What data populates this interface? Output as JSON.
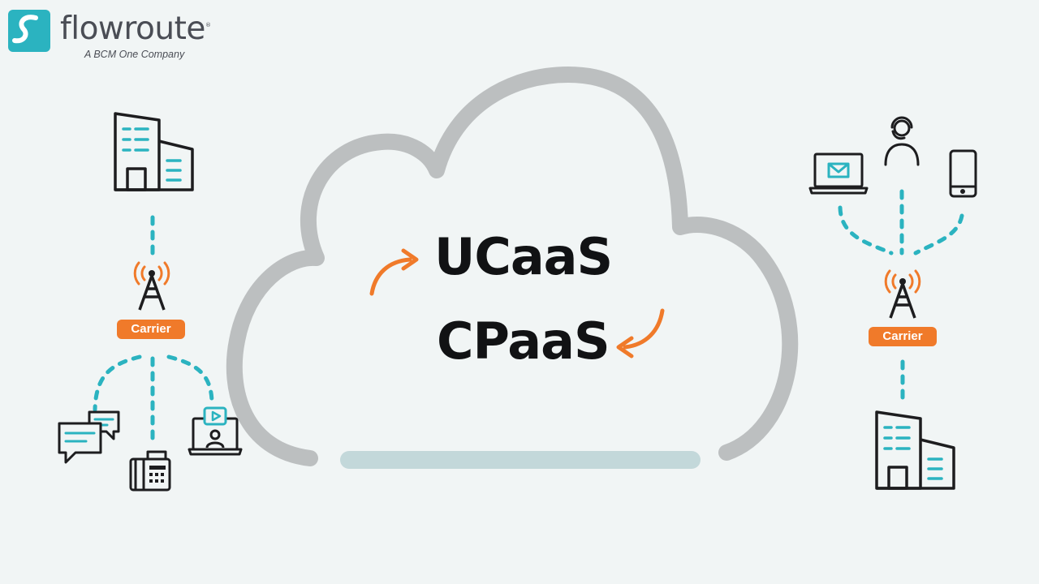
{
  "brand": {
    "name": "flowroute",
    "tagline": "A BCM One Company",
    "registered": "®",
    "color": "#2bb3c0"
  },
  "cloud": {
    "services": [
      "UCaaS",
      "CPaaS"
    ],
    "outline_color": "#bcbfc0",
    "arrow_color": "#f07a2a"
  },
  "left_network": {
    "carrier_label": "Carrier",
    "top_icon": "office-building-icon",
    "endpoints": [
      "chat-bubbles-icon",
      "fax-phone-icon",
      "video-call-laptop-icon"
    ]
  },
  "right_network": {
    "carrier_label": "Carrier",
    "bottom_icon": "office-building-icon",
    "endpoints": [
      "email-laptop-icon",
      "support-agent-icon",
      "smartphone-icon"
    ]
  },
  "colors": {
    "teal": "#2bb3c0",
    "orange": "#f07a2a",
    "icon_stroke": "#1d1d1f",
    "background": "#f1f5f5"
  }
}
